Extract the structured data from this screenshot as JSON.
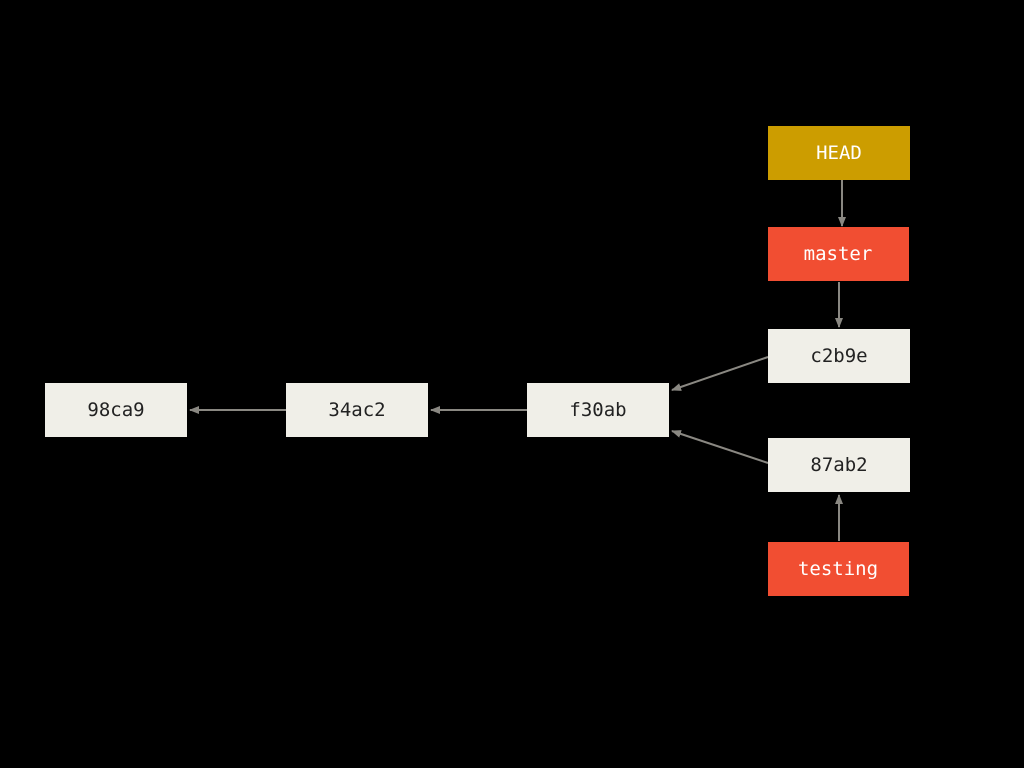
{
  "colors": {
    "background": "#000000",
    "commit_fill": "#f0efe8",
    "commit_text": "#222222",
    "branch_fill": "#f14e32",
    "head_fill": "#cc9d00",
    "label_light_text": "#ffffff",
    "arrow": "#8a8882"
  },
  "commits": [
    {
      "id": "98ca9",
      "label": "98ca9"
    },
    {
      "id": "34ac2",
      "label": "34ac2"
    },
    {
      "id": "f30ab",
      "label": "f30ab"
    },
    {
      "id": "c2b9e",
      "label": "c2b9e"
    },
    {
      "id": "87ab2",
      "label": "87ab2"
    }
  ],
  "refs": [
    {
      "id": "head",
      "label": "HEAD",
      "kind": "head"
    },
    {
      "id": "master",
      "label": "master",
      "kind": "branch"
    },
    {
      "id": "testing",
      "label": "testing",
      "kind": "branch"
    }
  ],
  "edges": [
    {
      "from": "34ac2",
      "to": "98ca9"
    },
    {
      "from": "f30ab",
      "to": "34ac2"
    },
    {
      "from": "c2b9e",
      "to": "f30ab"
    },
    {
      "from": "87ab2",
      "to": "f30ab"
    },
    {
      "from": "head",
      "to": "master"
    },
    {
      "from": "master",
      "to": "c2b9e"
    },
    {
      "from": "testing",
      "to": "87ab2"
    }
  ]
}
